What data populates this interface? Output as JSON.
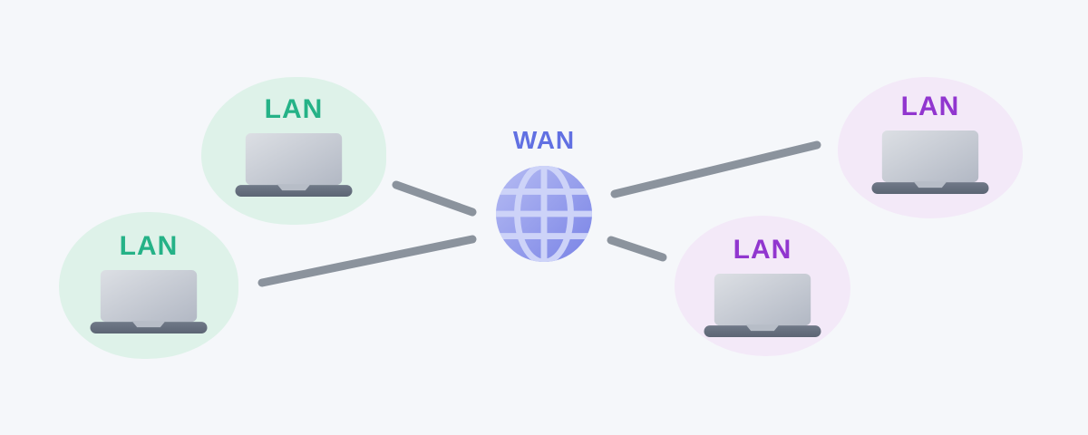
{
  "diagram": {
    "type": "network-topology-illustration",
    "background_color": "#f5f7fa",
    "wan": {
      "label": "WAN",
      "label_color": "#6170e2",
      "icon": "globe-icon",
      "globe_fill_light": "#b6bcf3",
      "globe_fill_dark": "#7983e6",
      "globe_grid_color": "#cdd3f8"
    },
    "lan_nodes": [
      {
        "id": "lan-top-left",
        "label": "LAN",
        "label_color": "#25b287",
        "blob_color": "#def2e9",
        "icon": "laptop-icon",
        "side": "left"
      },
      {
        "id": "lan-bottom-left",
        "label": "LAN",
        "label_color": "#25b287",
        "blob_color": "#def2e9",
        "icon": "laptop-icon",
        "side": "left"
      },
      {
        "id": "lan-top-right",
        "label": "LAN",
        "label_color": "#9136cf",
        "blob_color": "#f3e9f8",
        "icon": "laptop-icon",
        "side": "right"
      },
      {
        "id": "lan-bottom-right",
        "label": "LAN",
        "label_color": "#9136cf",
        "blob_color": "#f3e9f8",
        "icon": "laptop-icon",
        "side": "right"
      }
    ],
    "connections": [
      {
        "from": "lan-top-left",
        "to": "wan"
      },
      {
        "from": "lan-bottom-left",
        "to": "wan"
      },
      {
        "from": "wan",
        "to": "lan-top-right"
      },
      {
        "from": "wan",
        "to": "lan-bottom-right"
      }
    ],
    "connection_line_color": "#8b939d",
    "laptop_colors": {
      "screen_light": "#dcdfe4",
      "screen_dark": "#b2b8c4",
      "base_light": "#707988",
      "base_dark": "#5c6574"
    }
  }
}
